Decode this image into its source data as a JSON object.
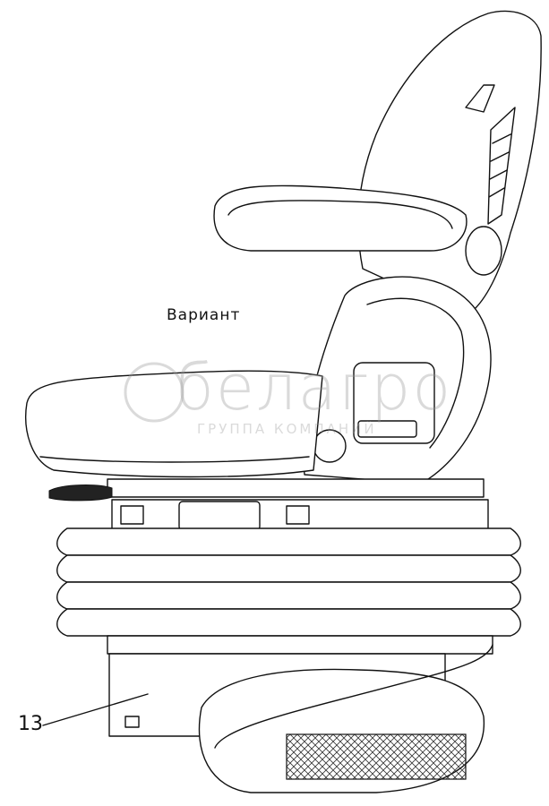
{
  "drawing": {
    "variant_label": "Вариант",
    "callout_number": "13"
  },
  "watermark": {
    "brand": "белагро",
    "subtitle": "ГРУППА КОМПАНИЙ"
  }
}
